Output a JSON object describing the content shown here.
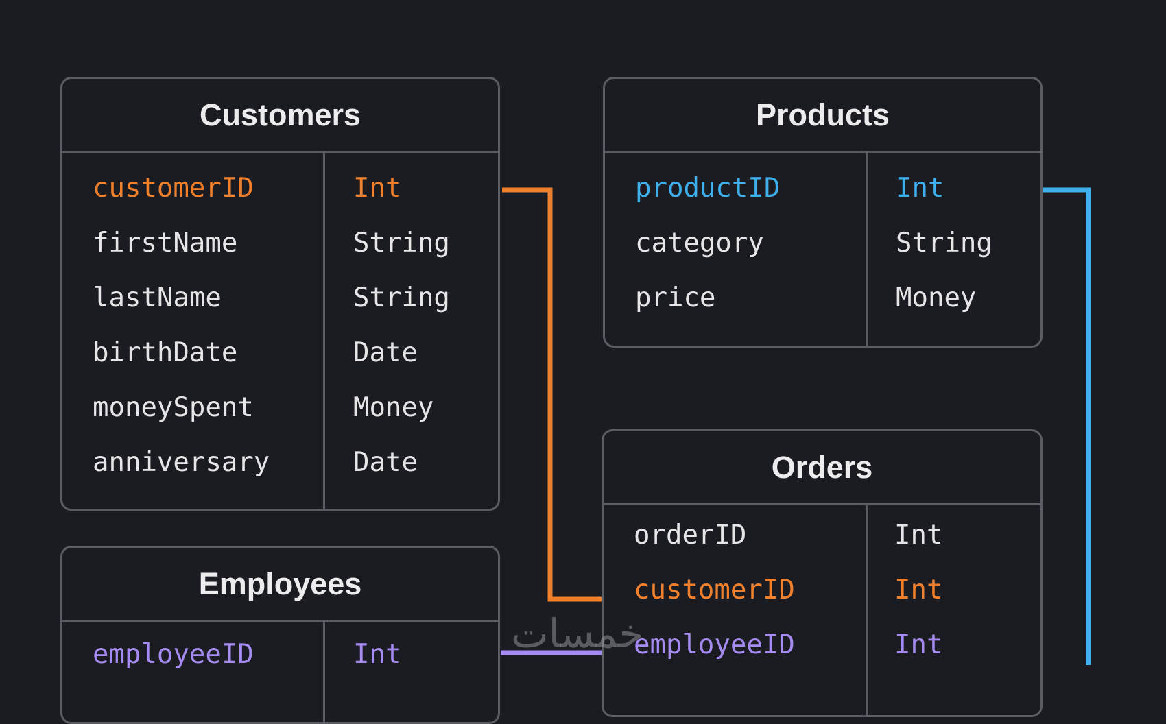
{
  "colors": {
    "background": "#1b1c21",
    "border": "#5a5d64",
    "text": "#e6e6e8",
    "orange": "#f0802c",
    "blue": "#3eb0ee",
    "purple": "#a68cf2"
  },
  "tables": {
    "customers": {
      "title": "Customers",
      "rows": [
        {
          "name": "customerID",
          "type": "Int",
          "key": "orange"
        },
        {
          "name": "firstName",
          "type": "String"
        },
        {
          "name": "lastName",
          "type": "String"
        },
        {
          "name": "birthDate",
          "type": "Date"
        },
        {
          "name": "moneySpent",
          "type": "Money"
        },
        {
          "name": "anniversary",
          "type": "Date"
        }
      ]
    },
    "products": {
      "title": "Products",
      "rows": [
        {
          "name": "productID",
          "type": "Int",
          "key": "blue"
        },
        {
          "name": "category",
          "type": "String"
        },
        {
          "name": "price",
          "type": "Money"
        }
      ]
    },
    "orders": {
      "title": "Orders",
      "rows": [
        {
          "name": "orderID",
          "type": "Int"
        },
        {
          "name": "customerID",
          "type": "Int",
          "key": "orange"
        },
        {
          "name": "employeeID",
          "type": "Int",
          "key": "purple"
        }
      ]
    },
    "employees": {
      "title": "Employees",
      "rows": [
        {
          "name": "employeeID",
          "type": "Int",
          "key": "purple"
        }
      ]
    }
  },
  "watermark": "خمسات"
}
